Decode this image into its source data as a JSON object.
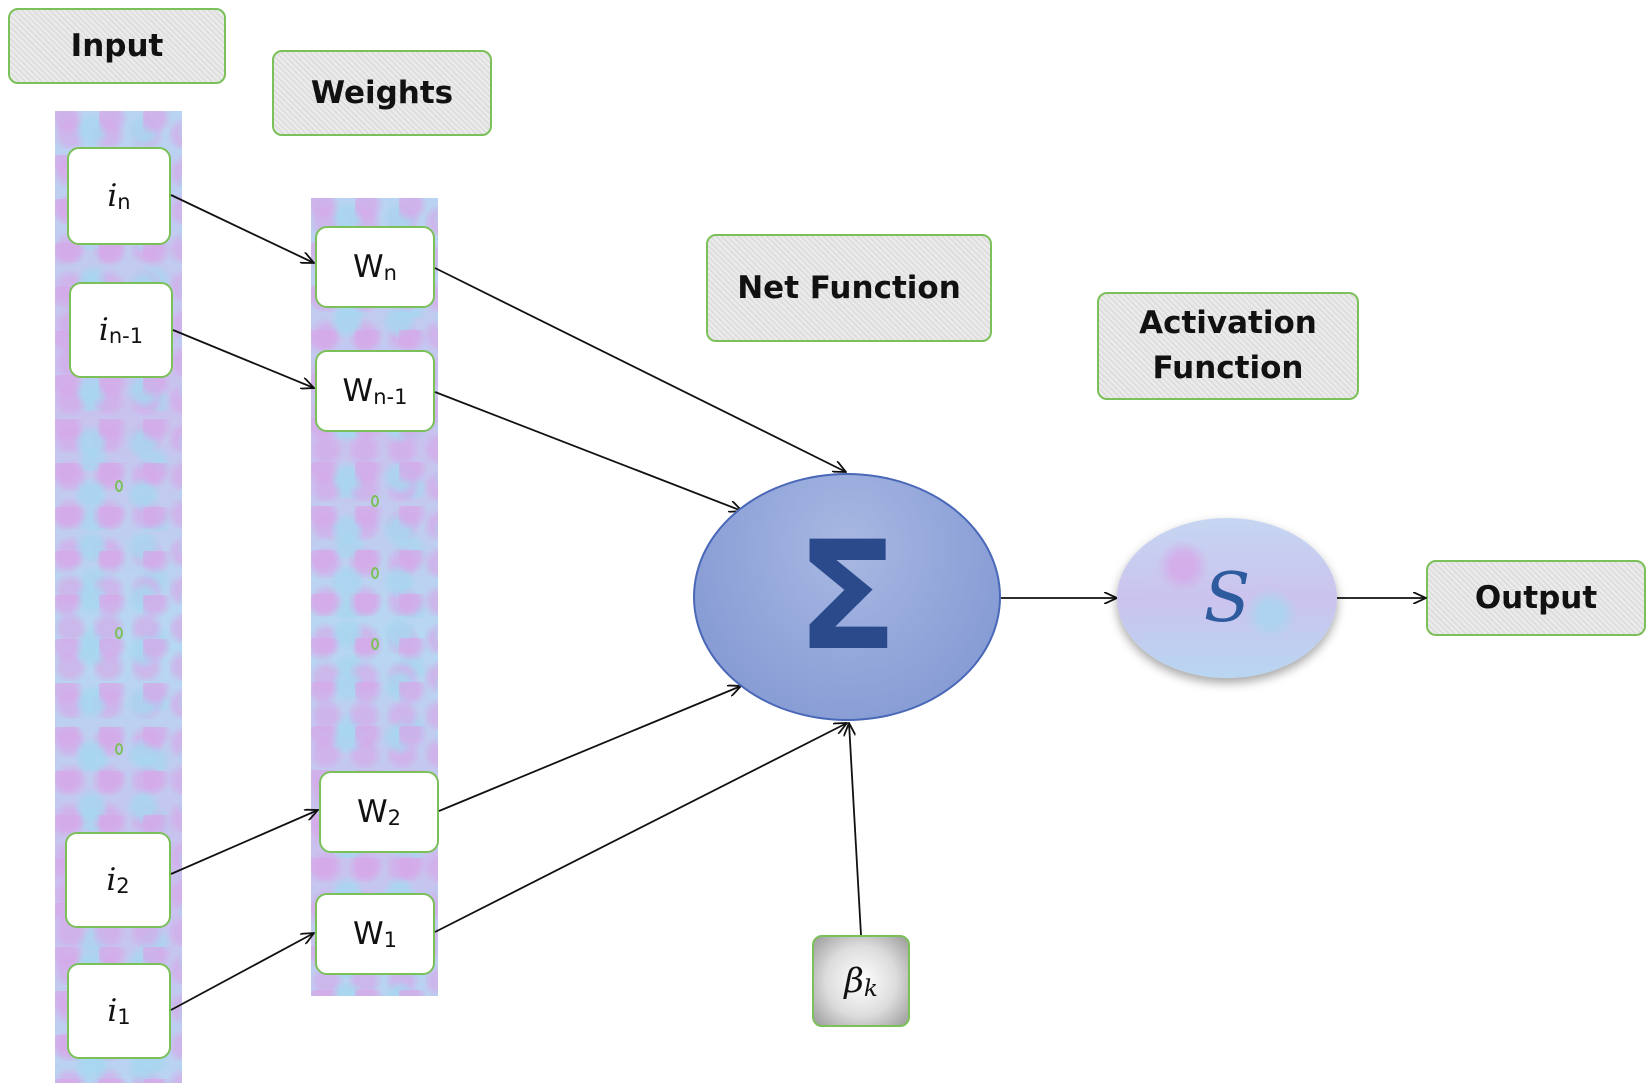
{
  "labels": {
    "input": "Input",
    "weights": "Weights",
    "net_function": "Net Function",
    "activation_line1": "Activation",
    "activation_line2": "Function",
    "output": "Output"
  },
  "inputs": [
    {
      "sym": "i",
      "sub": "n"
    },
    {
      "sym": "i",
      "sub": "n-1"
    },
    {
      "sym": "i",
      "sub": "2"
    },
    {
      "sym": "i",
      "sub": "1"
    }
  ],
  "weights": [
    {
      "sym": "W",
      "sub": "n"
    },
    {
      "sym": "W",
      "sub": "n-1"
    },
    {
      "sym": "W",
      "sub": "2"
    },
    {
      "sym": "W",
      "sub": "1"
    }
  ],
  "summation_symbol": "Σ",
  "activation_symbol": "S",
  "bias": {
    "sym": "β",
    "sub": "k"
  }
}
